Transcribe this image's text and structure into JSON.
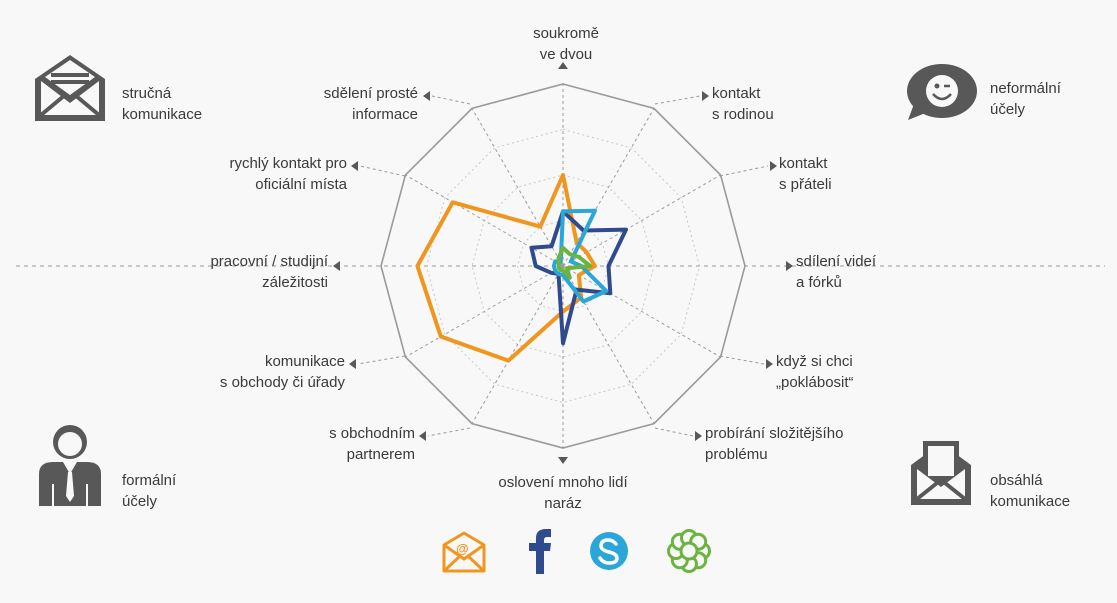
{
  "chart_data": {
    "type": "radar",
    "title": "",
    "axes": [
      {
        "label_lines": [
          "soukromě",
          "ve dvou"
        ]
      },
      {
        "label_lines": [
          "kontakt",
          "s rodinou"
        ]
      },
      {
        "label_lines": [
          "kontakt",
          "s přáteli"
        ]
      },
      {
        "label_lines": [
          "sdílení videí",
          "a fórků"
        ]
      },
      {
        "label_lines": [
          "když si chci",
          "„poklábosit“"
        ]
      },
      {
        "label_lines": [
          "probírání složitějšího",
          "problému"
        ]
      },
      {
        "label_lines": [
          "oslovení mnoho lidí",
          "naráz"
        ]
      },
      {
        "label_lines": [
          "s obchodním",
          "partnerem"
        ]
      },
      {
        "label_lines": [
          "komunikace",
          "s obchody či úřady"
        ]
      },
      {
        "label_lines": [
          "pracovní / studijní",
          "záležitosti"
        ]
      },
      {
        "label_lines": [
          "rychlý kontakt pro",
          "oficiální místa"
        ]
      },
      {
        "label_lines": [
          "sdělení prosté",
          "informace"
        ]
      }
    ],
    "range": [
      0,
      4
    ],
    "rings": [
      1,
      2,
      3,
      4
    ],
    "series": [
      {
        "icon": "email",
        "color": "#f0961e",
        "values": [
          2.0,
          0.6,
          0.6,
          0.7,
          0.4,
          0.8,
          1.0,
          2.4,
          3.1,
          3.2,
          2.8,
          1.0
        ]
      },
      {
        "icon": "facebook",
        "color": "#2f4b8e",
        "values": [
          1.2,
          0.9,
          1.6,
          1.0,
          1.2,
          0.6,
          1.7,
          0.2,
          0.3,
          0.6,
          0.8,
          0.5
        ]
      },
      {
        "icon": "skype",
        "color": "#2aa6d8",
        "values": [
          1.2,
          1.4,
          0.2,
          0.4,
          1.1,
          0.9,
          0.2,
          0.2,
          0.2,
          0.2,
          0.2,
          0.1
        ]
      },
      {
        "icon": "icq",
        "color": "#6cb33f",
        "values": [
          0.4,
          0.3,
          0.4,
          0.6,
          0.1,
          0.3,
          0.1,
          0.1,
          0.1,
          0.1,
          0.1,
          0.2
        ]
      }
    ],
    "grid": true
  },
  "corners": {
    "top_left": {
      "icon": "envelope-open-icon",
      "lines": [
        "stručná",
        "komunikace"
      ]
    },
    "top_right": {
      "icon": "chat-smile-icon",
      "lines": [
        "neformální",
        "účely"
      ]
    },
    "bottom_left": {
      "icon": "businessman-icon",
      "lines": [
        "formální",
        "účely"
      ]
    },
    "bottom_right": {
      "icon": "envelope-letter-icon",
      "lines": [
        "obsáhlá",
        "komunikace"
      ]
    }
  },
  "colors": {
    "text": "#3a3a3a",
    "icon_gray": "#585858",
    "grid": "#9a9a9a"
  }
}
